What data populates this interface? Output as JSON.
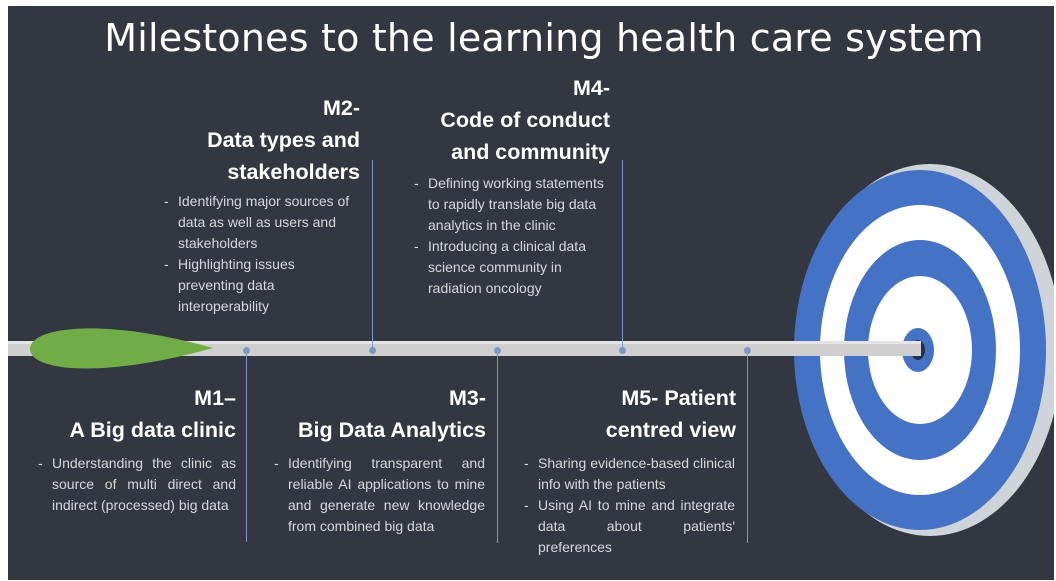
{
  "title": "Milestones to the learning health care system",
  "colors": {
    "background": "#323741",
    "accent_blue": "#4472c4",
    "arrow_green": "#70ad47",
    "shaft": "#cfcfcf",
    "text": "#ffffff"
  },
  "milestones": [
    {
      "id": "M1",
      "heading": [
        "M1–",
        "A Big data clinic"
      ],
      "bullets": [
        "Understanding the clinic as source of multi direct and indirect (processed) big data"
      ]
    },
    {
      "id": "M2",
      "heading": [
        "M2-",
        "Data types and",
        "stakeholders"
      ],
      "bullets": [
        "Identifying major sources of data as well as users and stakeholders",
        "Highlighting issues preventing data interoperability"
      ]
    },
    {
      "id": "M3",
      "heading": [
        "M3-",
        "Big Data Analytics"
      ],
      "bullets": [
        "Identifying transparent and reliable AI applications to mine and generate new knowledge from combined big data"
      ]
    },
    {
      "id": "M4",
      "heading": [
        "M4-",
        "Code of conduct",
        "and community"
      ],
      "bullets": [
        "Defining working statements to rapidly translate big data analytics in the clinic",
        "Introducing a clinical data science community in radiation oncology"
      ]
    },
    {
      "id": "M5",
      "heading": [
        "M5- Patient",
        "centred view"
      ],
      "bullets": [
        "Sharing evidence-based clinical info with the patients",
        "Using AI to mine and integrate data about patients' preferences"
      ]
    }
  ],
  "icons": {
    "arrow": "arrow-icon",
    "target": "target-icon"
  }
}
